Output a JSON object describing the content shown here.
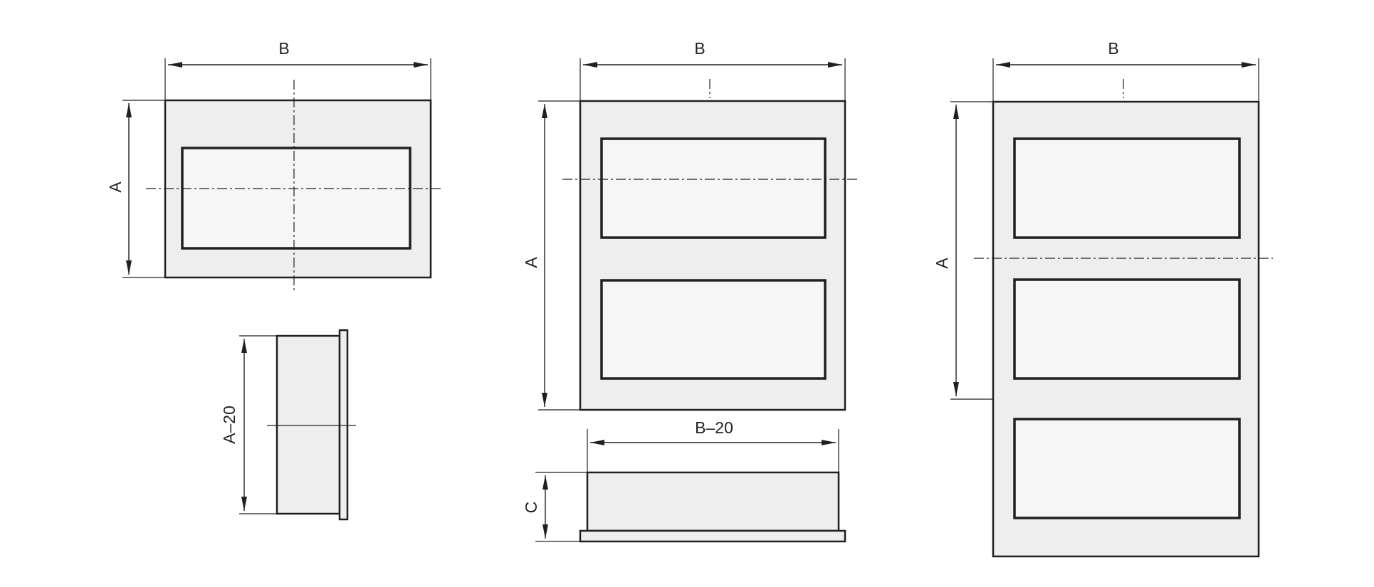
{
  "labels": {
    "width": "B",
    "height": "A",
    "depth": "C",
    "height_reduced": "A–20",
    "width_reduced": "B–20"
  },
  "colors": {
    "line": "#231f20",
    "panel": "#eeeeee",
    "window": "#f6f6f6"
  }
}
